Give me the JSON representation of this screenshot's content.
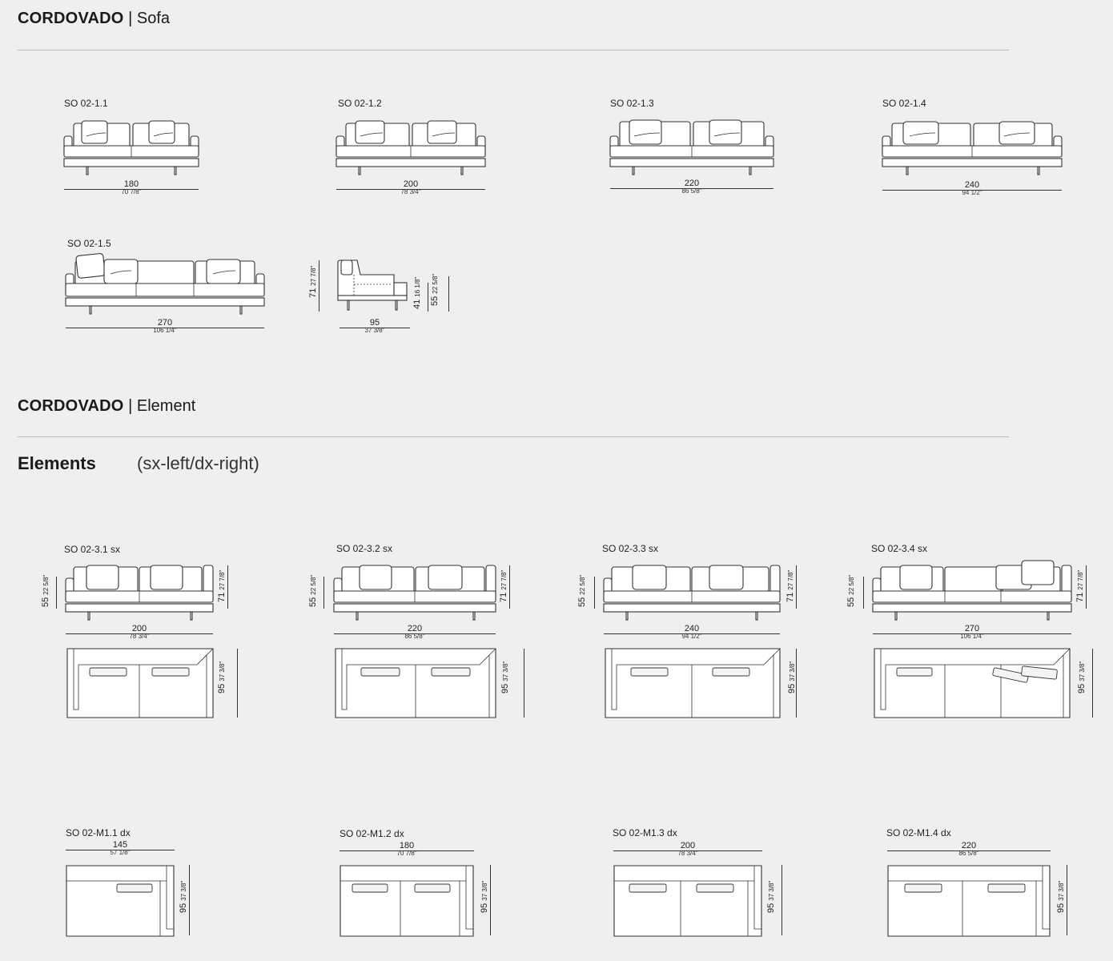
{
  "sections": [
    {
      "brand": "CORDOVADO",
      "separator": "|",
      "title": "Sofa"
    },
    {
      "brand": "CORDOVADO",
      "separator": "|",
      "title": "Element"
    }
  ],
  "elements_heading": "Elements",
  "elements_note": "(sx-left/dx-right)",
  "sofas": [
    {
      "code": "SO 02-1.1",
      "width_cm": "180",
      "width_in": "70 7/8\""
    },
    {
      "code": "SO 02-1.2",
      "width_cm": "200",
      "width_in": "78 3/4\""
    },
    {
      "code": "SO 02-1.3",
      "width_cm": "220",
      "width_in": "86 5/8\""
    },
    {
      "code": "SO 02-1.4",
      "width_cm": "240",
      "width_in": "94 1/2\""
    },
    {
      "code": "SO 02-1.5",
      "width_cm": "270",
      "width_in": "106 1/4\""
    }
  ],
  "side_view": {
    "height_cm": "71",
    "height_in": "27 7/8\"",
    "seat_cm": "41",
    "seat_in": "16 1/8\"",
    "arm_cm": "55",
    "arm_in": "22 5/8\"",
    "depth_cm": "95",
    "depth_in": "37 3/8\""
  },
  "elements_sx": [
    {
      "code": "SO 02-3.1 sx",
      "width_cm": "200",
      "width_in": "78 3/4\""
    },
    {
      "code": "SO 02-3.2 sx",
      "width_cm": "220",
      "width_in": "86 5/8\""
    },
    {
      "code": "SO 02-3.3 sx",
      "width_cm": "240",
      "width_in": "94 1/2\""
    },
    {
      "code": "SO 02-3.4 sx",
      "width_cm": "270",
      "width_in": "106 1/4\""
    }
  ],
  "element_common": {
    "arm_cm": "55",
    "arm_in": "22 5/8\"",
    "height_cm": "71",
    "height_in": "27 7/8\"",
    "depth_cm": "95",
    "depth_in": "37 3/8\""
  },
  "elements_dx": [
    {
      "code": "SO 02-M1.1 dx",
      "width_cm": "145",
      "width_in": "57 1/8\""
    },
    {
      "code": "SO 02-M1.2 dx",
      "width_cm": "180",
      "width_in": "70 7/8\""
    },
    {
      "code": "SO 02-M1.3 dx",
      "width_cm": "200",
      "width_in": "78 3/4\""
    },
    {
      "code": "SO 02-M1.4 dx",
      "width_cm": "220",
      "width_in": "86 5/8\""
    }
  ]
}
